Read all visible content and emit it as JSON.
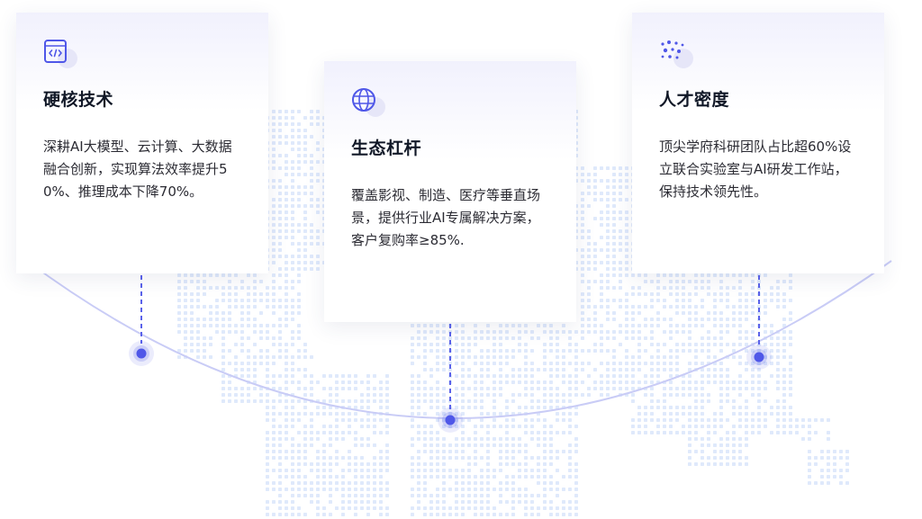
{
  "cards": [
    {
      "icon": "code-window-icon",
      "title": "硬核技术",
      "description": "深耕AI大模型、云计算、大数据融合创新，实现算法效率提升50%、推理成本下降70%。"
    },
    {
      "icon": "globe-icon",
      "title": "生态杠杆",
      "description": "覆盖影视、制造、医疗等垂直场景，提供行业AI专属解决方案，客户复购率≥85%."
    },
    {
      "icon": "talent-dots-icon",
      "title": "人才密度",
      "description": "顶尖学府科研团队占比超60%设立联合实验室与AI研发工作站，保持技术领先性。"
    }
  ],
  "colors": {
    "accent": "#4f57e8",
    "map_dot": "#dfe9fb",
    "arc": "#c9ccf6",
    "title": "#111827",
    "text": "#2b2b33"
  }
}
